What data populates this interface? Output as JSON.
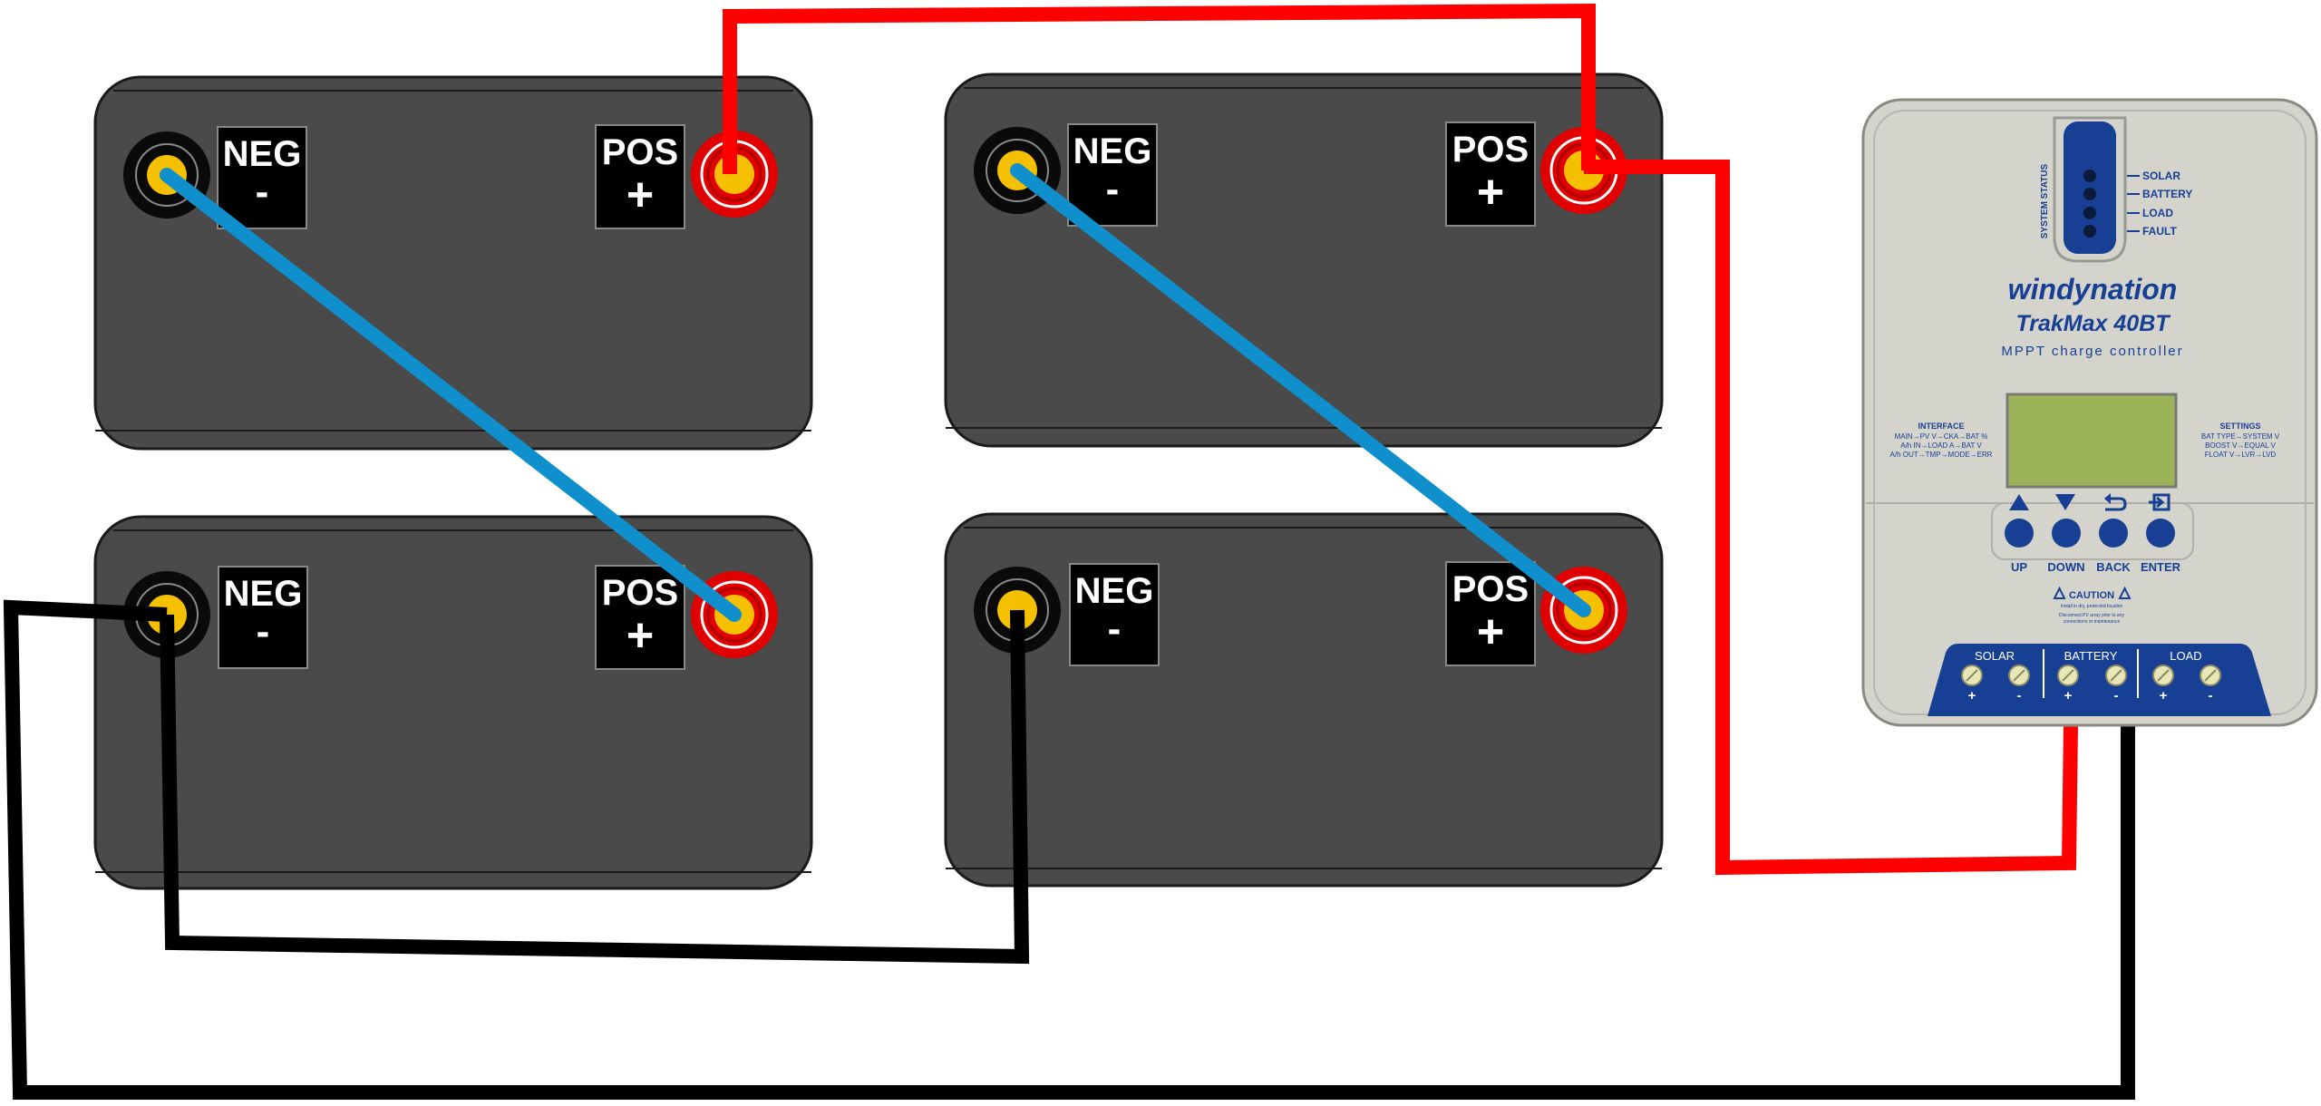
{
  "batteries": [
    {
      "neg_label": "NEG",
      "neg_sign": "-",
      "pos_label": "POS",
      "pos_sign": "+"
    },
    {
      "neg_label": "NEG",
      "neg_sign": "-",
      "pos_label": "POS",
      "pos_sign": "+"
    },
    {
      "neg_label": "NEG",
      "neg_sign": "-",
      "pos_label": "POS",
      "pos_sign": "+"
    },
    {
      "neg_label": "NEG",
      "neg_sign": "-",
      "pos_label": "POS",
      "pos_sign": "+"
    }
  ],
  "controller": {
    "brand": "windynation",
    "model": "TrakMax 40BT",
    "subtitle": "MPPT charge controller",
    "system_status_label": "SYSTEM STATUS",
    "status_leds": [
      "SOLAR",
      "BATTERY",
      "LOAD",
      "FAULT"
    ],
    "interface_title": "INTERFACE",
    "interface_lines": [
      "MAIN→PV V→CKA→BAT %",
      "A/h IN→LOAD A→BAT V",
      "A/h OUT→TMP→MODE→ERR"
    ],
    "settings_title": "SETTINGS",
    "settings_lines": [
      "BAT TYPE→SYSTEM V",
      "BOOST V→EQUAL V",
      "FLOAT V→LVR→LVD"
    ],
    "buttons": [
      "UP",
      "DOWN",
      "BACK",
      "ENTER"
    ],
    "caution_title": "CAUTION",
    "caution_lines": [
      "Install in dry, protected location",
      "Disconnect PV array prior to any",
      "connections or maintenance"
    ],
    "terminal_groups": [
      {
        "label": "SOLAR",
        "signs": [
          "+",
          "-"
        ]
      },
      {
        "label": "BATTERY",
        "signs": [
          "+",
          "-"
        ]
      },
      {
        "label": "LOAD",
        "signs": [
          "+",
          "-"
        ]
      }
    ]
  },
  "colors": {
    "battery_body": "#4a4a4a",
    "positive_wire": "#ff0000",
    "negative_wire": "#000000",
    "jumper_wire": "#0f8fcc",
    "terminal_post": "#f5c000",
    "controller_body": "#d4d4cd",
    "controller_blue": "#173f93",
    "lcd": "#9db35a"
  }
}
